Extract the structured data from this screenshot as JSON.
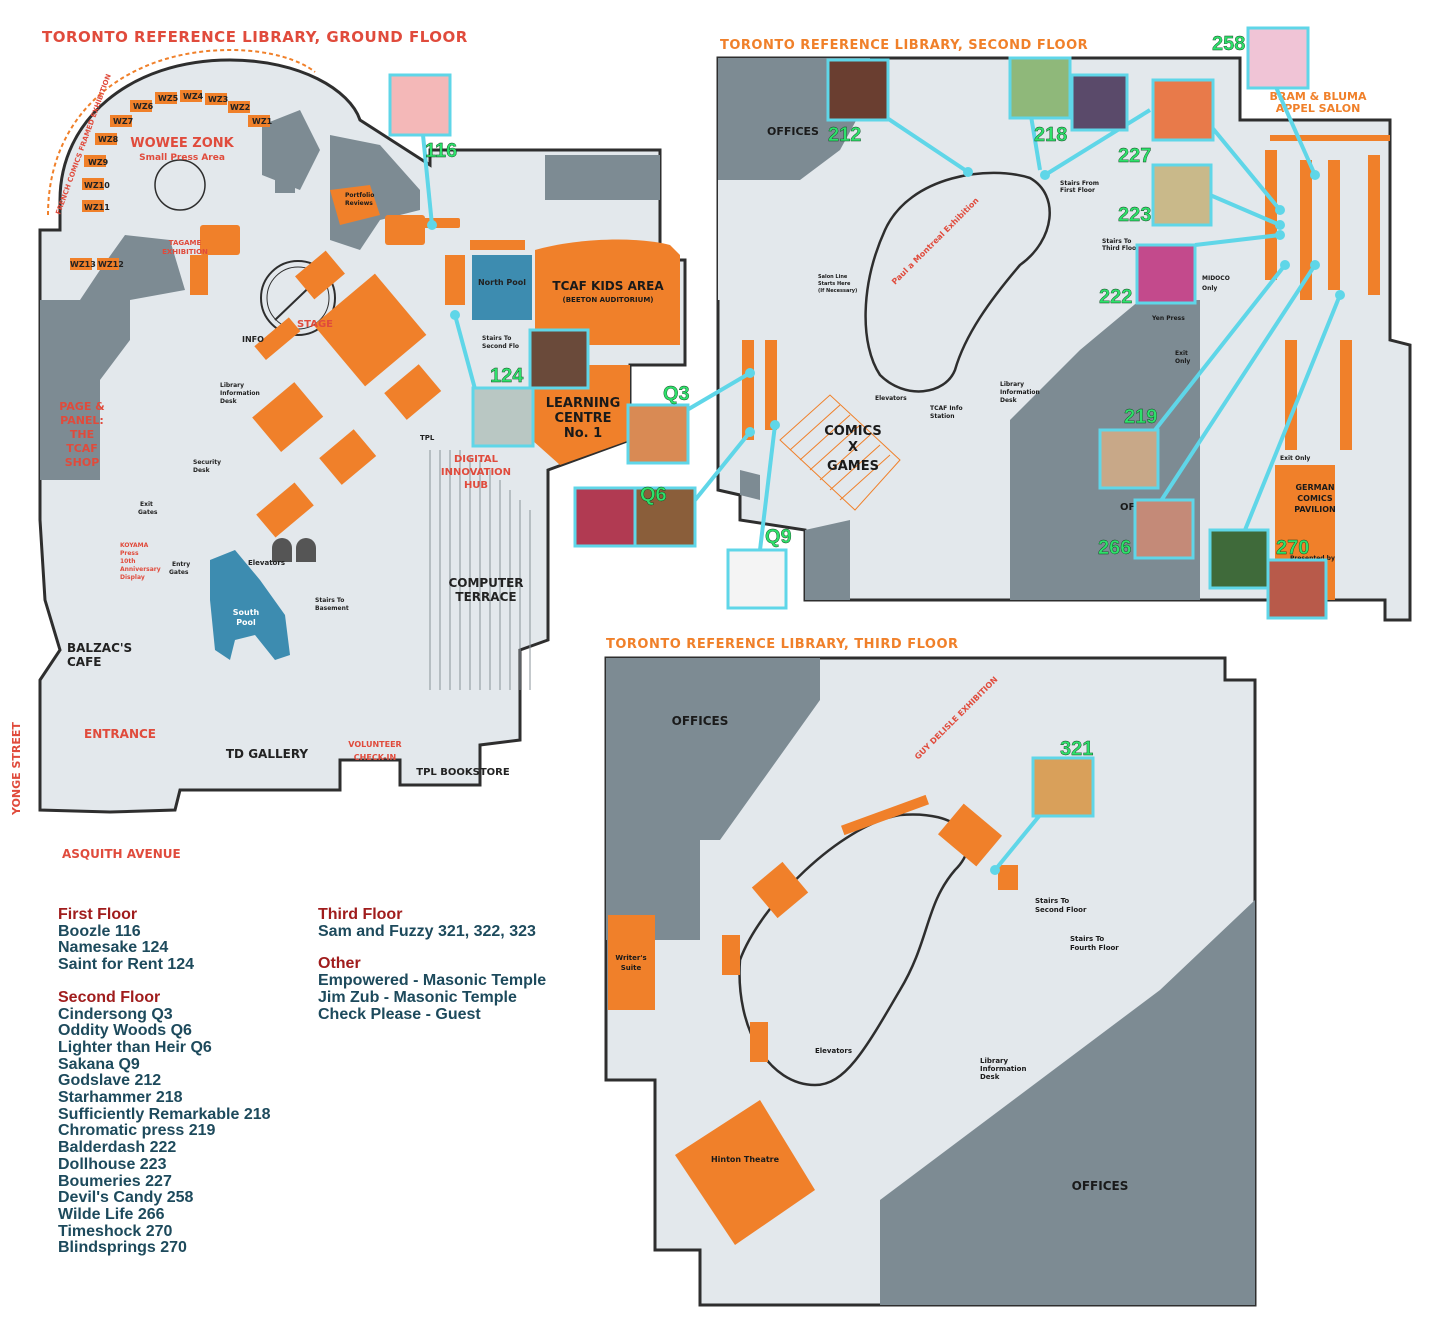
{
  "floors": {
    "ground": {
      "title": "TORONTO REFERENCE LIBRARY, GROUND FLOOR",
      "areas": {
        "wowee": "WOWEE ZONK",
        "wowee_sub": "Small Press Area",
        "page_panel": [
          "PAGE &",
          "PANEL:",
          "THE",
          "TCAF",
          "SHOP"
        ],
        "stage": "STAGE",
        "kids": "TCAF KIDS AREA",
        "kids_sub": "(BEETON AUDITORIUM)",
        "north_pool": "North Pool",
        "south_pool": [
          "South",
          "Pool"
        ],
        "learning": [
          "LEARNING",
          "CENTRE",
          "No. 1"
        ],
        "digital": [
          "DIGITAL",
          "INNOVATION",
          "HUB"
        ],
        "computer": [
          "COMPUTER",
          "TERRACE"
        ],
        "balzac": [
          "BALZAC'S",
          "CAFE"
        ],
        "entrance": "ENTRANCE",
        "td_gallery": "TD GALLERY",
        "volunteer": [
          "VOLUNTEER",
          "CHECK-IN"
        ],
        "bookstore": "TPL BOOKSTORE",
        "yonge": "YONGE STREET",
        "asquith": "ASQUITH AVENUE",
        "french": "FRENCH COMICS FRAMED EXHIBITION",
        "tagame": [
          "TAGAME",
          "EXHIBITION"
        ],
        "koyama": [
          "KOYAMA",
          "Press",
          "10th",
          "Anniversary",
          "Display"
        ],
        "portfolio": [
          "Portfolio",
          "Reviews"
        ],
        "info": "INFO",
        "lib_info": [
          "Library",
          "Information",
          "Desk"
        ],
        "security": [
          "Security",
          "Desk"
        ],
        "exit_gates": [
          "Exit",
          "Gates"
        ],
        "entry_gates": [
          "Entry",
          "Gates"
        ],
        "elevators": "Elevators",
        "stairs_base": [
          "Stairs To",
          "Basement"
        ],
        "stairs_second": [
          "Stairs To",
          "Second Flo"
        ],
        "tpl": "TPL"
      },
      "wz_tables": [
        "WZ13",
        "WZ12",
        "WZ11",
        "WZ10",
        "WZ9",
        "WZ8",
        "WZ7",
        "WZ6",
        "WZ5",
        "WZ4",
        "WZ3",
        "WZ2",
        "WZ1"
      ]
    },
    "second": {
      "title": "TORONTO REFERENCE LIBRARY, SECOND FLOOR",
      "areas": {
        "offices": "OFFICES",
        "bram": [
          "BRAM & BLUMA",
          "APPEL SALON"
        ],
        "comics_games": [
          "COMICS",
          "X",
          "GAMES"
        ],
        "german": [
          "GERMAN",
          "COMICS",
          "PAVILION"
        ],
        "presented": "Presented by",
        "paul": "Paul a Montreal Exhibition",
        "tcaf_info": [
          "TCAF Info",
          "Station"
        ],
        "lib_info": [
          "Library",
          "Information",
          "Desk"
        ],
        "elevators": "Elevators",
        "stairs_first": [
          "Stairs From",
          "First Floor"
        ],
        "stairs_third": [
          "Stairs To",
          "Third Floo"
        ],
        "midoco": [
          "MIDOCO",
          "Only"
        ],
        "yen": "Yen Press",
        "exit_only": [
          "Exit",
          "Only"
        ],
        "exit_only2": "Exit Only",
        "salon_line": [
          "Salon Line",
          "Starts Here",
          "(If Necessary)"
        ],
        "of": "OF"
      }
    },
    "third": {
      "title": "TORONTO REFERENCE LIBRARY, THIRD FLOOR",
      "areas": {
        "offices_top": "OFFICES",
        "offices_bottom": "OFFICES",
        "writers": [
          "Writer's",
          "Suite"
        ],
        "hinton": "Hinton Theatre",
        "guy": "GUY DELISLE EXHIBITION",
        "elevators": "Elevators",
        "lib_info": [
          "Library",
          "Information",
          "Desk"
        ],
        "stairs_second": [
          "Stairs To",
          "Second Floor"
        ],
        "stairs_fourth": [
          "Stairs To",
          "Fourth Floor"
        ]
      }
    }
  },
  "callouts": [
    "116",
    "124",
    "212",
    "218",
    "227",
    "223",
    "222",
    "219",
    "266",
    "270",
    "258",
    "Q3",
    "Q6",
    "Q9",
    "321"
  ],
  "legend": {
    "first_floor": {
      "heading": "First Floor",
      "items": [
        "Boozle 116",
        "Namesake 124",
        "Saint for Rent 124"
      ]
    },
    "second_floor": {
      "heading": "Second Floor",
      "items": [
        "Cindersong Q3",
        "Oddity Woods Q6",
        "Lighter than Heir Q6",
        "Sakana Q9",
        "Godslave 212",
        "Starhammer 218",
        "Sufficiently Remarkable 218",
        "Chromatic press 219",
        "Balderdash 222",
        "Dollhouse 223",
        "Boumeries 227",
        "Devil's Candy 258",
        "Wilde Life 266",
        "Timeshock 270",
        "Blindsprings 270"
      ]
    },
    "third_floor": {
      "heading": "Third Floor",
      "items": [
        "Sam and Fuzzy 321, 322, 323"
      ]
    },
    "other": {
      "heading": "Other",
      "items": [
        "Empowered - Masonic Temple",
        "Jim Zub - Masonic Temple",
        "Check Please - Guest"
      ]
    }
  },
  "colors": {
    "floor": "#e3e8ec",
    "wall": "#2e2e2e",
    "block": "#7d8b93",
    "orange": "#f0802a",
    "pool": "#3d8cb0",
    "red": "#e04b3c",
    "callout": "#5fd6e8",
    "number": "#2ee06a",
    "legend_text": "#1d4a5c",
    "legend_head": "#a01c1c"
  }
}
